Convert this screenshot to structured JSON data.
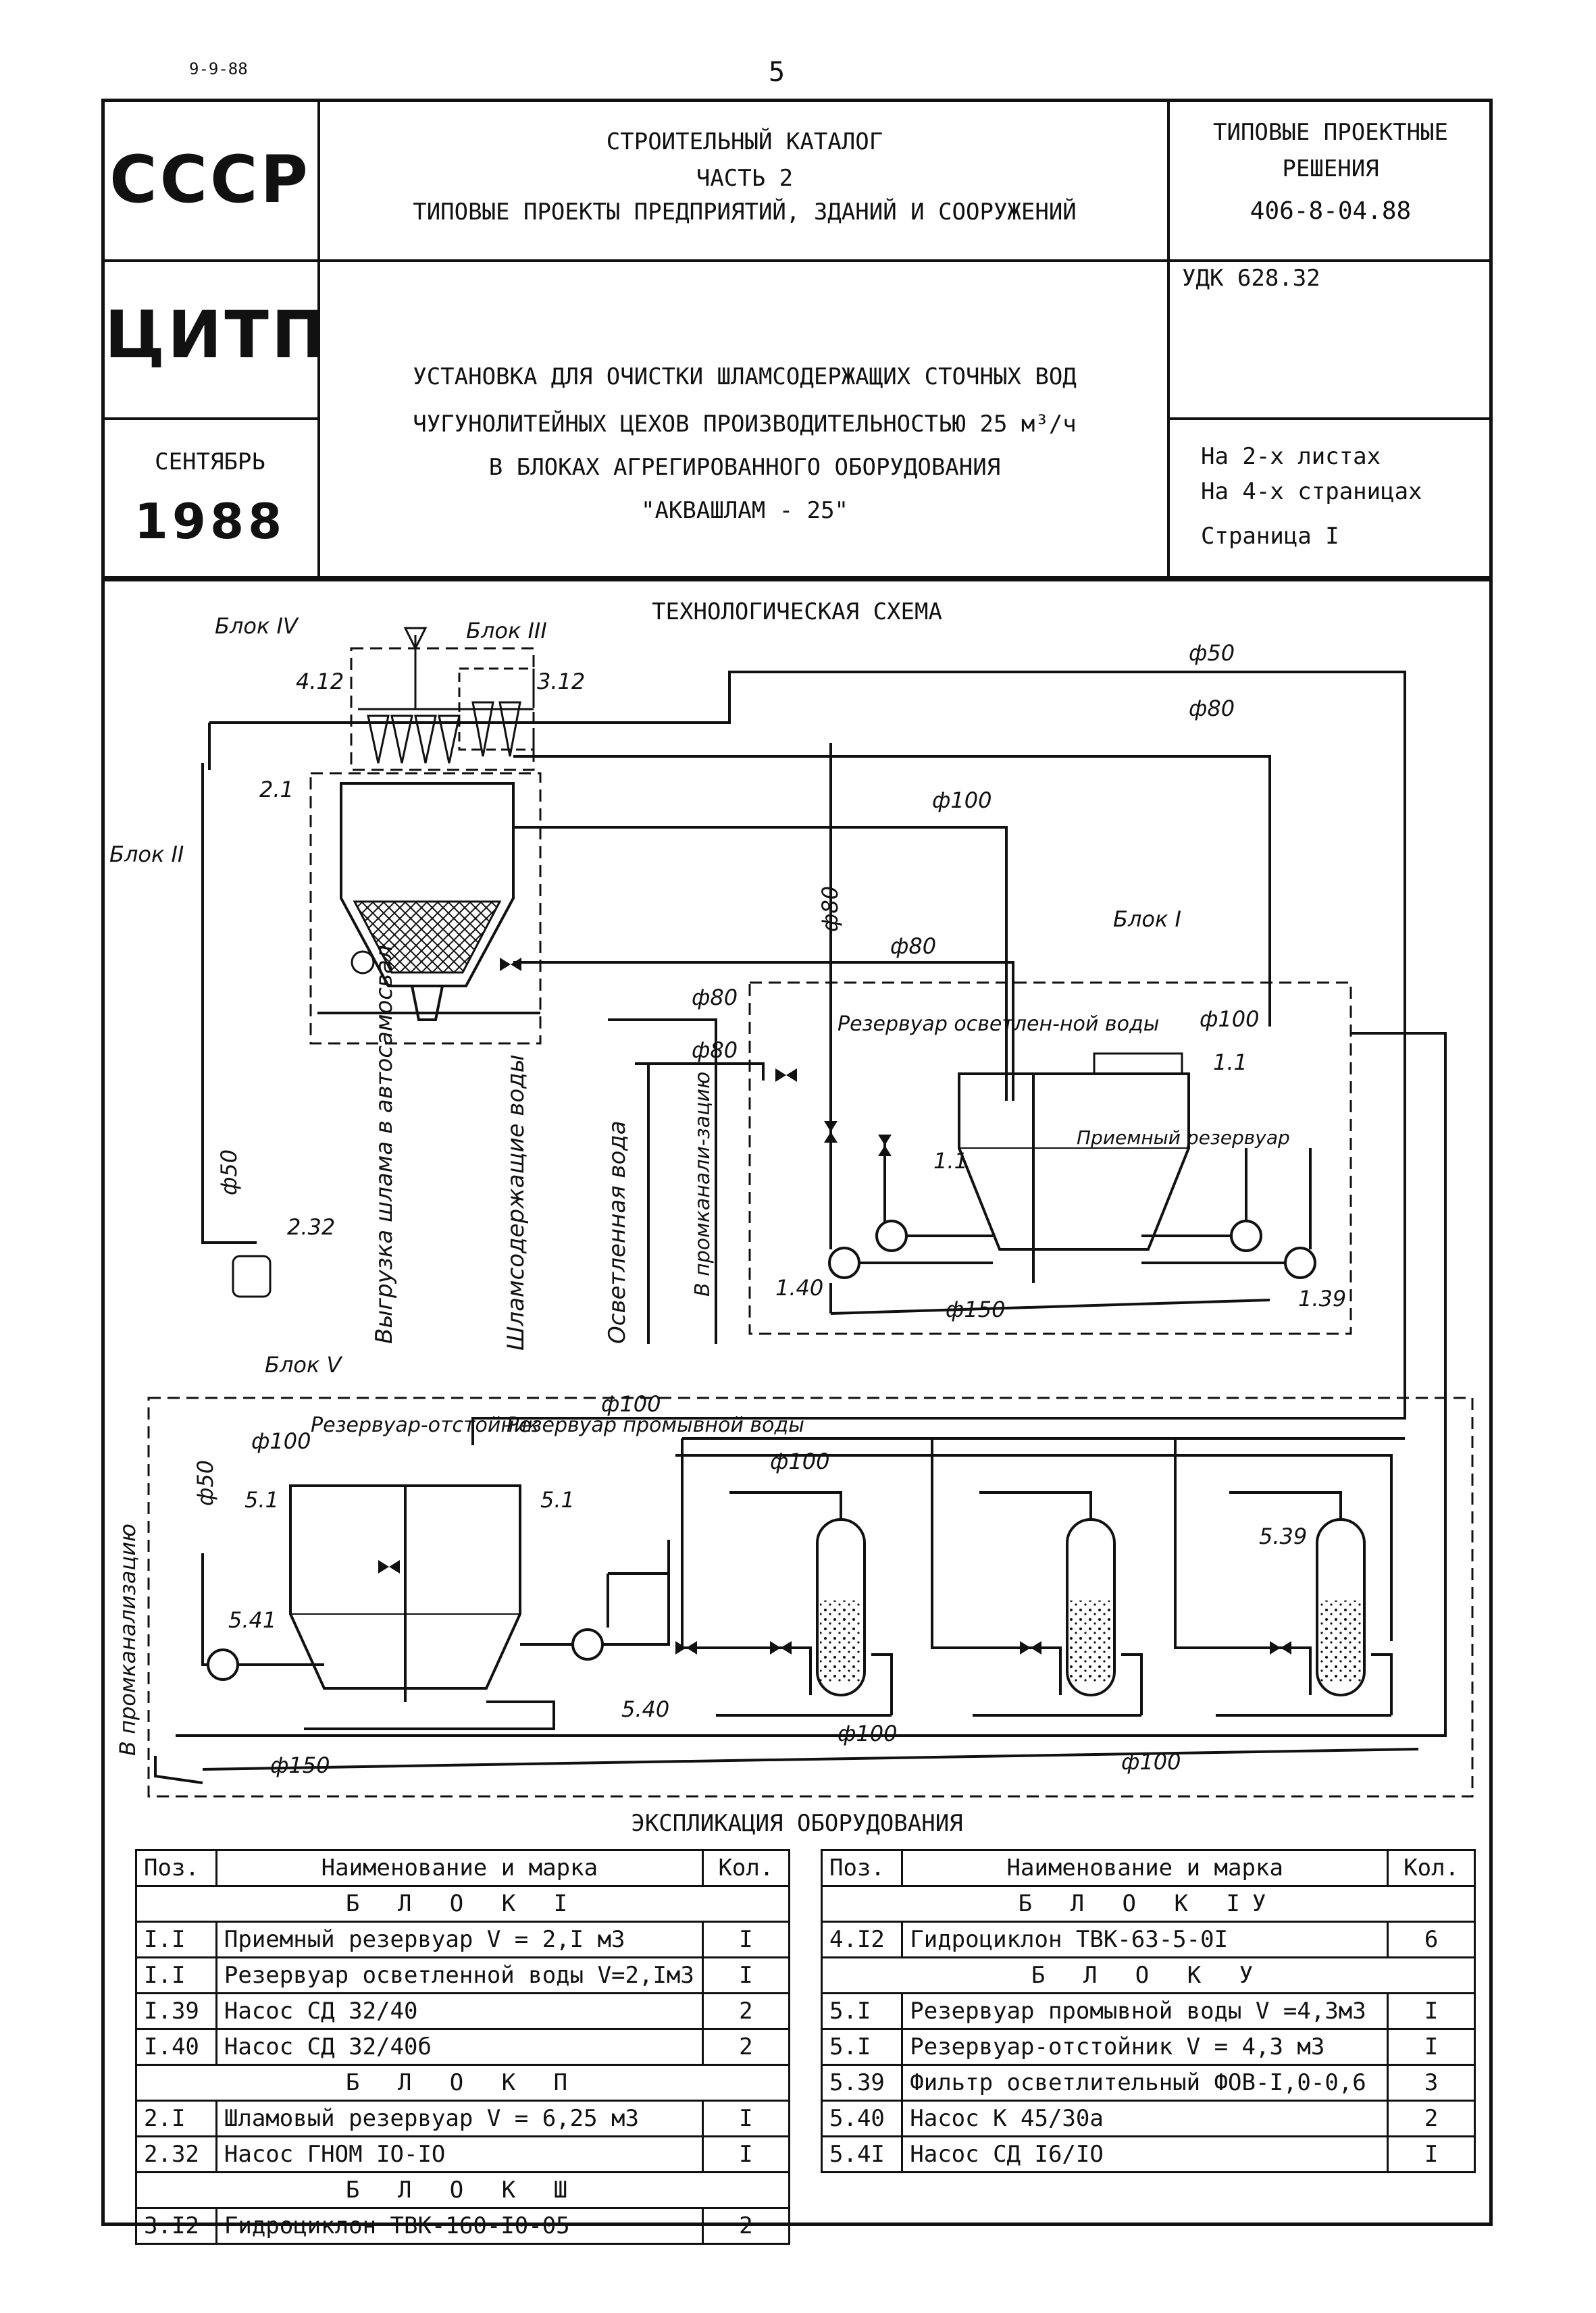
{
  "top": {
    "code": "9-9-88",
    "page_number": "5"
  },
  "header": {
    "ussr": "СССР",
    "catalog_line1": "СТРОИТЕЛЬНЫЙ КАТАЛОГ",
    "catalog_line2": "ЧАСТЬ 2",
    "catalog_line3": "ТИПОВЫЕ ПРОЕКТЫ ПРЕДПРИЯТИЙ, ЗДАНИЙ И СООРУЖЕНИЙ",
    "typical_line1": "ТИПОВЫЕ ПРОЕКТНЫЕ",
    "typical_line2": "РЕШЕНИЯ",
    "project_number": "406-8-04.88",
    "citp": "ЦИТП",
    "udk": "УДК 628.32",
    "title_line1": "УСТАНОВКА ДЛЯ ОЧИСТКИ ШЛАМСОДЕРЖАЩИХ СТОЧНЫХ ВОД",
    "title_line2": "ЧУГУНОЛИТЕЙНЫХ ЦЕХОВ ПРОИЗВОДИТЕЛЬНОСТЬЮ 25 м³/ч",
    "title_line3": "В БЛОКАХ АГРЕГИРОВАННОГО ОБОРУДОВАНИЯ",
    "title_line4": "\"АКВАШЛАМ - 25\"",
    "month": "СЕНТЯБРЬ",
    "year": "1988",
    "sheets": "На 2-х листах",
    "pages": "На 4-х страницах",
    "page": "Страница I"
  },
  "scheme": {
    "title": "ТЕХНОЛОГИЧЕСКАЯ СХЕМА",
    "labels": {
      "block4": "Блок IV",
      "block3": "Блок III",
      "block2": "Блок II",
      "block1": "Блок I",
      "block5": "Блок V",
      "p412": "4.12",
      "p312": "3.12",
      "p21": "2.1",
      "p232": "2.32",
      "p11a": "1.1",
      "p11b": "1.1",
      "p140": "1.40",
      "p139": "1.39",
      "p51": "5.1",
      "p51b": "5.1",
      "p541": "5.41",
      "p540": "5.40",
      "p539": "5.39",
      "d50a": "ф50",
      "d80a": "ф80",
      "d100a": "ф100",
      "d80b": "ф80",
      "d80c": "ф80",
      "d80d": "ф80",
      "d80e": "ф80",
      "d100b": "ф100",
      "d150a": "ф150",
      "d50b": "ф50",
      "d50c": "ф50",
      "d100c": "ф100",
      "d100d": "ф100",
      "d100e": "ф100",
      "d150b": "ф150",
      "d100f": "ф100",
      "d100g": "ф100",
      "reservoir_clarified": "Резервуар осветлен-ной воды",
      "receiving_reservoir": "Приемный резервуар",
      "settling_reservoir": "Резервуар-отстойник",
      "wash_reservoir": "Резервуар промывной воды",
      "sludge_unload": "Выгрузка шлама в автосамосвал",
      "sludge_water": "Шламсодержащие воды",
      "clarified_water": "Осветленная вода",
      "to_sewer1": "В промканали-зацию",
      "to_sewer2": "В промканализацию"
    }
  },
  "explication": {
    "title": "ЭКСПЛИКАЦИЯ  ОБОРУДОВАНИЯ",
    "headers": {
      "pos": "Поз.",
      "name": "Наименование и марка",
      "qty": "Кол."
    },
    "left": {
      "block1": "Б Л О К  I",
      "rows1": [
        {
          "pos": "I.I",
          "name": "Приемный резервуар V = 2,I м3",
          "qty": "I"
        },
        {
          "pos": "I.I",
          "name": "Резервуар осветленной воды V=2,Iм3",
          "qty": "I"
        },
        {
          "pos": "I.39",
          "name": "Насос СД 32/40",
          "qty": "2"
        },
        {
          "pos": "I.40",
          "name": "Насос СД 32/40б",
          "qty": "2"
        }
      ],
      "block2": "Б Л О К  П",
      "rows2": [
        {
          "pos": "2.I",
          "name": "Шламовый резервуар V = 6,25 м3",
          "qty": "I"
        },
        {
          "pos": "2.32",
          "name": "Насос ГНОМ IO-IO",
          "qty": "I"
        }
      ],
      "block3": "Б Л О К  Ш",
      "rows3": [
        {
          "pos": "3.I2",
          "name": "Гидроциклон ТВК-160-I0-05",
          "qty": "2"
        }
      ]
    },
    "right": {
      "block4": "Б Л О К  IУ",
      "rows4": [
        {
          "pos": "4.I2",
          "name": "Гидроциклон ТВК-63-5-0I",
          "qty": "6"
        }
      ],
      "block5": "Б Л О К  У",
      "rows5": [
        {
          "pos": "5.I",
          "name": "Резервуар промывной воды V =4,3м3",
          "qty": "I"
        },
        {
          "pos": "5.I",
          "name": "Резервуар-отстойник V = 4,3 м3",
          "qty": "I"
        },
        {
          "pos": "5.39",
          "name": "Фильтр осветлительный ФОВ-I,0-0,6",
          "qty": "3"
        },
        {
          "pos": "5.40",
          "name": "Насос К 45/30а",
          "qty": "2"
        },
        {
          "pos": "5.4I",
          "name": "Насос СД I6/IO",
          "qty": "I"
        }
      ]
    }
  }
}
